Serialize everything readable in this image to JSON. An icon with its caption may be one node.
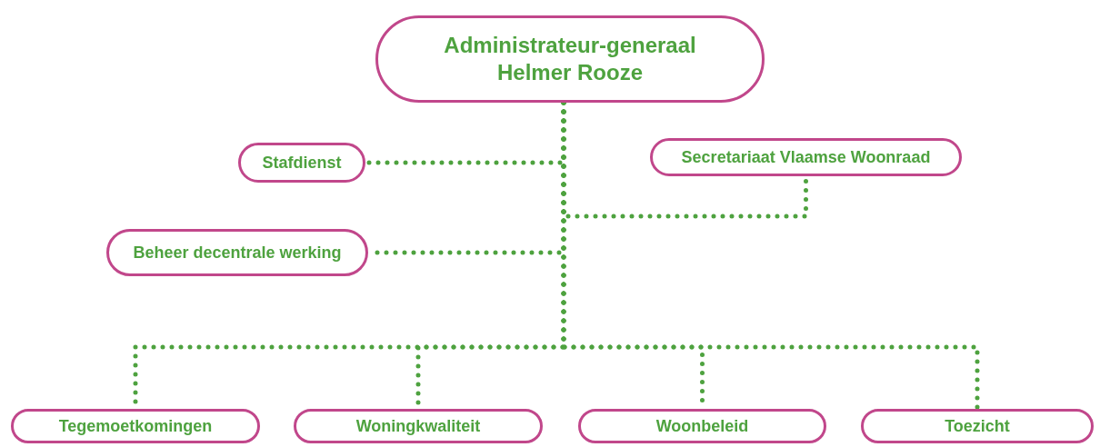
{
  "diagram": {
    "nodes": [
      {
        "text": [
          "Administrateur-generaal",
          "Helmer Rooze"
        ]
      },
      {
        "text": [
          "Stafdienst"
        ]
      },
      {
        "text": [
          "Secretariaat Vlaamse Woonraad"
        ]
      },
      {
        "text": [
          "Beheer decentrale werking"
        ]
      },
      {
        "text": [
          "Tegemoetkomingen"
        ]
      },
      {
        "text": [
          "Woningkwaliteit"
        ]
      },
      {
        "text": [
          "Woonbeleid"
        ]
      },
      {
        "text": [
          "Toezicht"
        ]
      }
    ],
    "edges": [
      {
        "from": 0,
        "to": 1,
        "arrow": "none"
      },
      {
        "from": 0,
        "to": 2,
        "arrow": "none"
      },
      {
        "from": 0,
        "to": 3,
        "arrow": "none"
      },
      {
        "from": 0,
        "to": 7,
        "arrow": "none"
      },
      {
        "from": 0,
        "to": 4,
        "arrow": "none"
      },
      {
        "from": 0,
        "to": 5,
        "arrow": "none"
      },
      {
        "from": 0,
        "to": 6,
        "arrow": "none"
      }
    ]
  }
}
